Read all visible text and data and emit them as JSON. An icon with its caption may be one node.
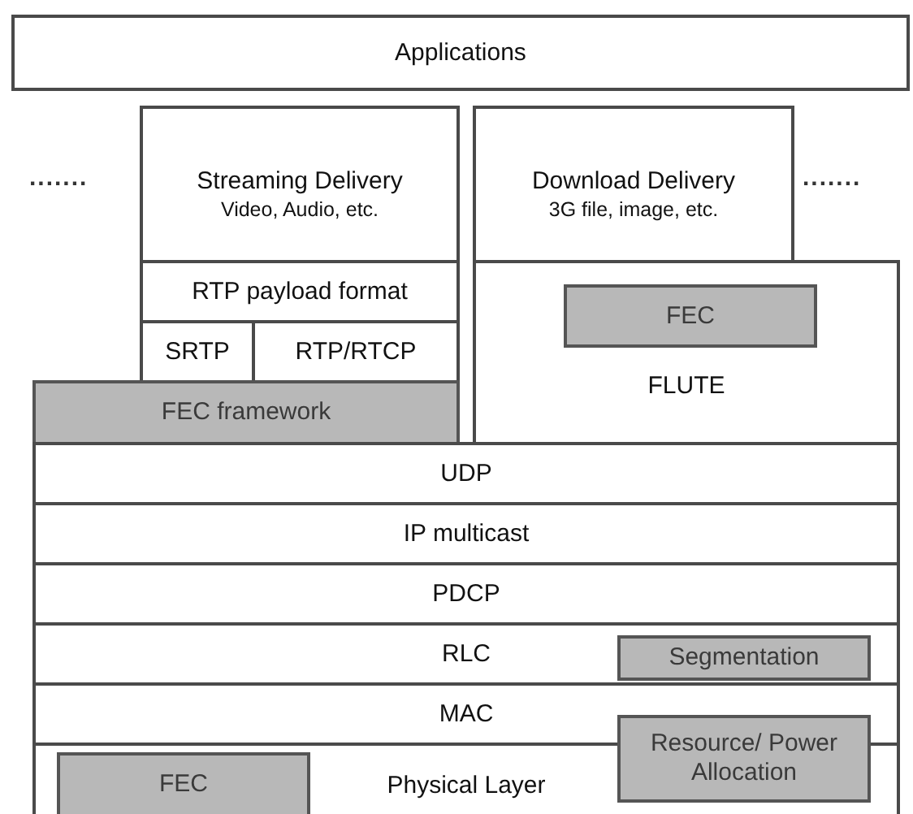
{
  "diagram": {
    "nodes": [
      {
        "text": [
          "Applications"
        ]
      },
      {
        "text": [
          "Streaming Delivery",
          "Video, Audio, etc."
        ]
      },
      {
        "text": [
          "Download Delivery",
          "3G file, image, etc."
        ]
      },
      {
        "text": [
          "RTP payload format"
        ]
      },
      {
        "text": [
          "FLUTE"
        ]
      },
      {
        "text": [
          "FEC"
        ],
        "in": 4
      },
      {
        "text": [
          "SRTP"
        ]
      },
      {
        "text": [
          "RTP/RTCP"
        ]
      },
      {
        "text": [
          "FEC framework"
        ]
      },
      {
        "text": [
          "UDP"
        ]
      },
      {
        "text": [
          "IP multicast"
        ]
      },
      {
        "text": [
          "PDCP"
        ]
      },
      {
        "text": [
          "RLC"
        ]
      },
      {
        "text": [
          "Segmentation"
        ],
        "in": 12
      },
      {
        "text": [
          "MAC"
        ]
      },
      {
        "text": [
          "Resource/ Power Allocation"
        ]
      },
      {
        "text": [
          "Physical Layer"
        ]
      },
      {
        "text": [
          "FEC"
        ],
        "in": 16
      }
    ],
    "labels": [
      ".......",
      "......."
    ]
  }
}
